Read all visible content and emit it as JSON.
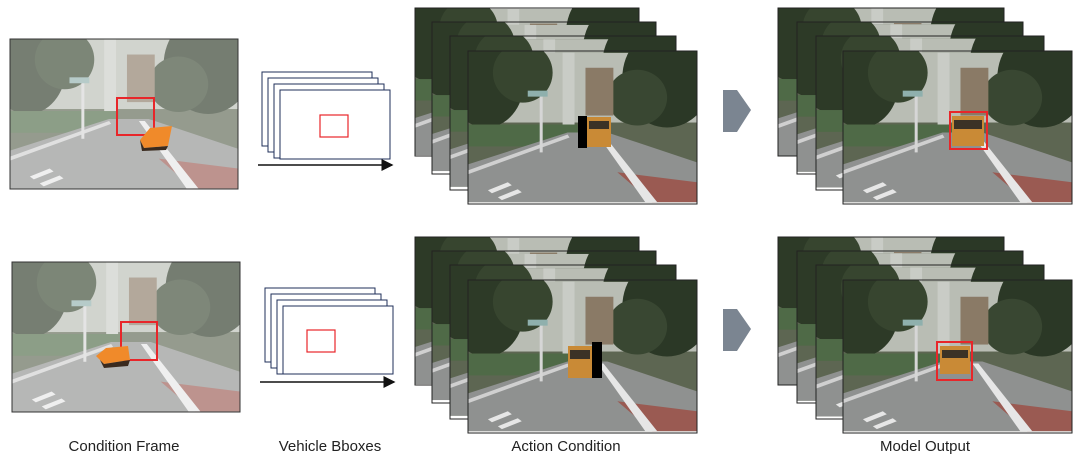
{
  "columns": [
    {
      "label": "Condition Frame"
    },
    {
      "label": "Vehicle Bboxes"
    },
    {
      "label": "Action Condition"
    },
    {
      "label": "Model Output"
    }
  ],
  "colors": {
    "bbox": "#e8262a",
    "arrow_gray": "#7b8591",
    "car_orange": "#f08a2a",
    "frame_border": "#1f2f5a"
  },
  "icons": [
    "forward-arrow-icon",
    "flow-arrow-icon",
    "car-model-icon"
  ]
}
